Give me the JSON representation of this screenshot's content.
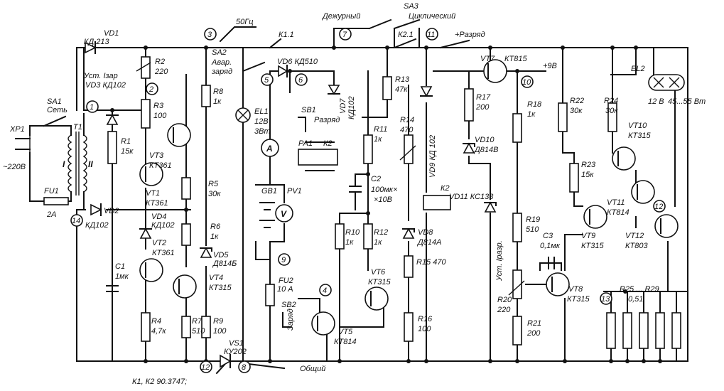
{
  "mains": {
    "xp1": "XP1",
    "voltage": "~220В",
    "fu1": "FU1",
    "fu1_rating": "2А",
    "sa1": "SA1",
    "sa1_name": "Сеть"
  },
  "transformer": {
    "t1": "T1",
    "winding1": "I",
    "winding2": "II"
  },
  "diodes": {
    "vd1": "VD1",
    "vd1_type": "КД 213",
    "vd2": "VD2",
    "vd2_type": "КД102",
    "vd3": "Уст. Iзар",
    "vd3_type": "VD3 КД102",
    "vd4": "VD4",
    "vd4_type": "КД102",
    "vd5": "VD5",
    "vd5_type": "Д814Б",
    "vd6": "VD6 КД510",
    "vd7": "VD7",
    "vd7_type": "КД102",
    "vd8": "VD8",
    "vd8_type": "Д814А",
    "vd9": "VD9 КД 102",
    "vd10": "VD10",
    "vd10_type": "Д814В",
    "vd11": "VD11 КС133",
    "vs1": "VS1",
    "vs1_type": "КУ202"
  },
  "resistors": {
    "r1": "R1",
    "r1_val": "15к",
    "r2": "R2",
    "r2_val": "220",
    "r3": "R3",
    "r3_val": "100",
    "r4": "R4",
    "r4_val": "4,7к",
    "r5": "R5",
    "r5_val": "30к",
    "r6": "R6",
    "r6_val": "1к",
    "r7": "R7",
    "r7_val": "510",
    "r8": "R8",
    "r8_val": "1к",
    "r9": "R9",
    "r9_val": "100",
    "r10": "R10",
    "r10_val": "1к",
    "r11": "R11",
    "r11_val": "1к",
    "r12": "R12",
    "r12_val": "1к",
    "r13": "R13",
    "r13_val": "47к",
    "r14": "R14",
    "r14_val": "470",
    "r15": "R15 470",
    "r16": "R16",
    "r16_val": "100",
    "r17": "R17",
    "r17_val": "200",
    "r18": "R18",
    "r18_val": "1к",
    "r19": "R19",
    "r19_val": "510",
    "r20": "R20",
    "r20_val": "220",
    "r21": "R21",
    "r21_val": "200",
    "r22": "R22",
    "r22_val": "30к",
    "r23": "R23",
    "r23_val": "15к",
    "r24": "R24",
    "r24_val": "30к",
    "r25_29": "R25 ... R29",
    "r25_29_val": "0,51"
  },
  "capacitors": {
    "c1": "C1",
    "c1_val": "1мк",
    "c2": "C2",
    "c2_val": "100мк×",
    "c2_val2": "×10В",
    "c3": "C3",
    "c3_val": "0,1мк"
  },
  "transistors": {
    "vt1": "VT1",
    "vt1_type": "КТ361",
    "vt2": "VT2",
    "vt2_type": "КТ361",
    "vt3": "VT3",
    "vt3_type": "КТ361",
    "vt4": "VT4",
    "vt4_type": "КТ315",
    "vt5": "VT5",
    "vt5_type": "КТ814",
    "vt6": "VT6",
    "vt6_type": "КТ315",
    "vt7": "VT7",
    "vt7_type": "КТ815",
    "vt8": "VT8",
    "vt8_type": "КТ315",
    "vt9": "VT9",
    "vt9_type": "КТ315",
    "vt10": "VT10",
    "vt10_type": "КТ315",
    "vt11": "VT11",
    "vt11_type": "КТ814",
    "vt12": "VT12",
    "vt12_type": "КТ803"
  },
  "switches": {
    "sa2": "SA2",
    "sa2_1": "Авар.",
    "sa2_2": "заряд",
    "sa3": "SA3",
    "sa3_left": "Дежурный",
    "sa3_right": "Циклический",
    "sb1": "SB1",
    "sb1_name": "Разряд",
    "sb2": "SB2",
    "sb2_name": "Заряд",
    "k11": "К1.1",
    "k21": "К2.1",
    "k2": "К2",
    "k2b": "К2",
    "pa1": "PA1"
  },
  "lamps": {
    "el1": "EL1",
    "el1_v": "12В",
    "el1_p": "3Вт",
    "el2": "EL2",
    "el2_v": "12 В",
    "el2_p": "45...55 Вт"
  },
  "battery": {
    "gb1": "GB1",
    "pv1": "PV1",
    "ammeter": "A",
    "voltmeter": "V"
  },
  "fuse2": {
    "name": "FU2",
    "rating": "10 А"
  },
  "nets": {
    "hz": "50Гц",
    "discharge": "+Разряд",
    "plus9": "+9В",
    "common": "Общий",
    "set_idis": "Уст. Iразр.",
    "relays": "К1, К2  90.3747;"
  },
  "points": [
    "1",
    "2",
    "3",
    "4",
    "5",
    "6",
    "7",
    "8",
    "9",
    "10",
    "11",
    "12",
    "13",
    "14"
  ]
}
